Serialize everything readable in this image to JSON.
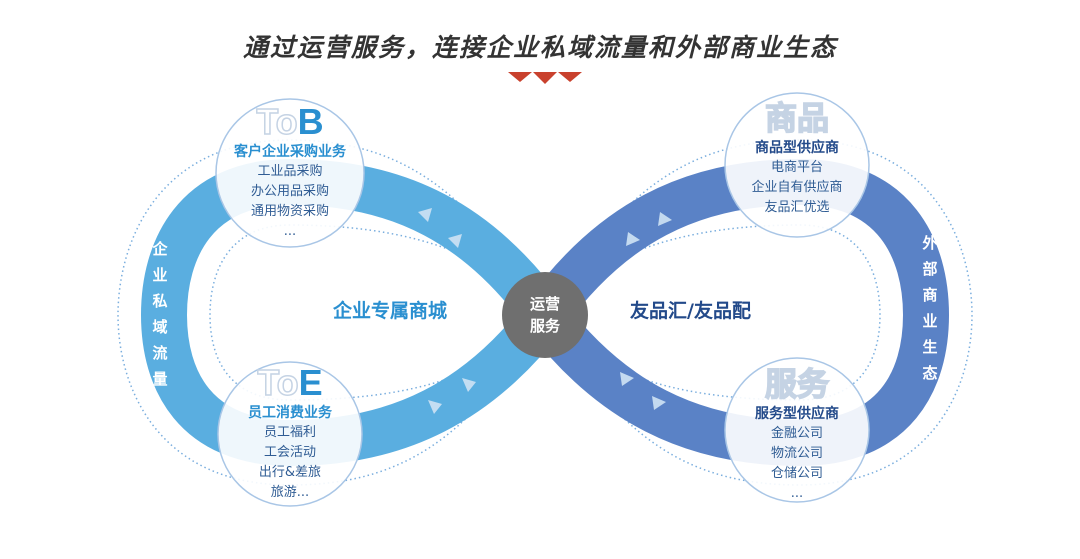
{
  "title": "通过运营服务，连接企业私域流量和外部商业生态",
  "center": {
    "line1": "运营",
    "line2": "服务"
  },
  "left_band_label": "企业私域流量",
  "right_band_label": "外部商业生态",
  "left_mid_label": "企业专属商城",
  "right_mid_label": "友品汇/友品配",
  "circles": {
    "tob": {
      "big_outline": "To",
      "big_solid": "B",
      "head": "客户企业采购业务",
      "items": [
        "工业品采购",
        "办公用品采购",
        "通用物资采购",
        "..."
      ]
    },
    "toe": {
      "big_outline": "To",
      "big_solid": "E",
      "head": "员工消费业务",
      "items": [
        "员工福利",
        "工会活动",
        "出行&差旅",
        "旅游..."
      ]
    },
    "goods": {
      "big_outline": "商品",
      "head": "商品型供应商",
      "items": [
        "电商平台",
        "企业自有供应商",
        "友品汇优选"
      ]
    },
    "service": {
      "big_outline": "服务",
      "head": "服务型供应商",
      "items": [
        "金融公司",
        "物流公司",
        "仓储公司",
        "..."
      ]
    }
  },
  "colors": {
    "left": "#5aaee0",
    "right": "#5a82c6",
    "accent": "#c9412d",
    "center": "#6f6f6f"
  }
}
